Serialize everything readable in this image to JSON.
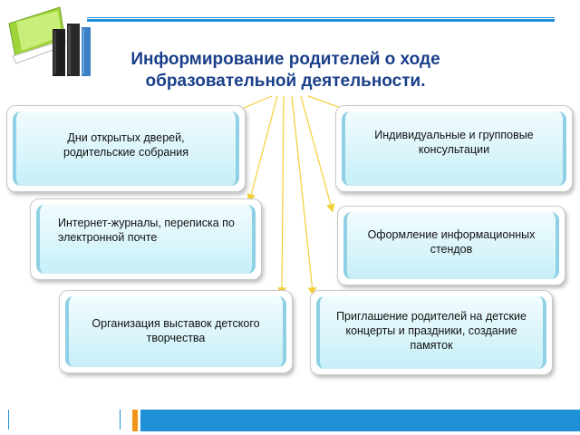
{
  "title": "Информирование родителей о ходе образовательной деятельности.",
  "colors": {
    "accent_blue": "#1f8fd8",
    "accent_orange": "#f2931a",
    "title": "#1a3f8a",
    "arrow": "#f2d03a"
  },
  "cards": [
    {
      "text": "Дни открытых дверей, родительские собрания"
    },
    {
      "text": "Индивидуальные и групповые консультации"
    },
    {
      "text": "Интернет-журналы, переписка по электронной почте"
    },
    {
      "text": "Оформление информационных стендов"
    },
    {
      "text": "Организация выставок детского творчества"
    },
    {
      "text": "Приглашение родителей на детские концерты и праздники, создание памяток"
    }
  ]
}
